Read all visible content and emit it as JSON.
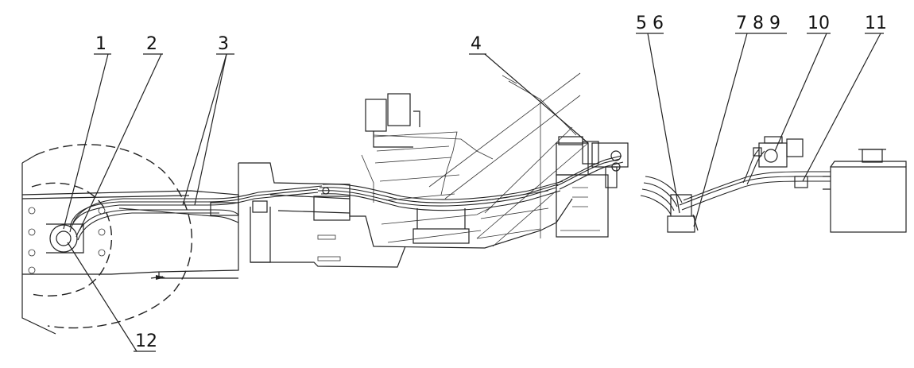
{
  "callouts": [
    {
      "id": "c1",
      "text": "1"
    },
    {
      "id": "c2",
      "text": "2"
    },
    {
      "id": "c3",
      "text": "3"
    },
    {
      "id": "c4",
      "text": "4"
    },
    {
      "id": "c56",
      "text": "5 6"
    },
    {
      "id": "c789",
      "text": "7 8 9"
    },
    {
      "id": "c10",
      "text": "10"
    },
    {
      "id": "c11",
      "text": "11"
    },
    {
      "id": "c12",
      "text": "12"
    }
  ]
}
